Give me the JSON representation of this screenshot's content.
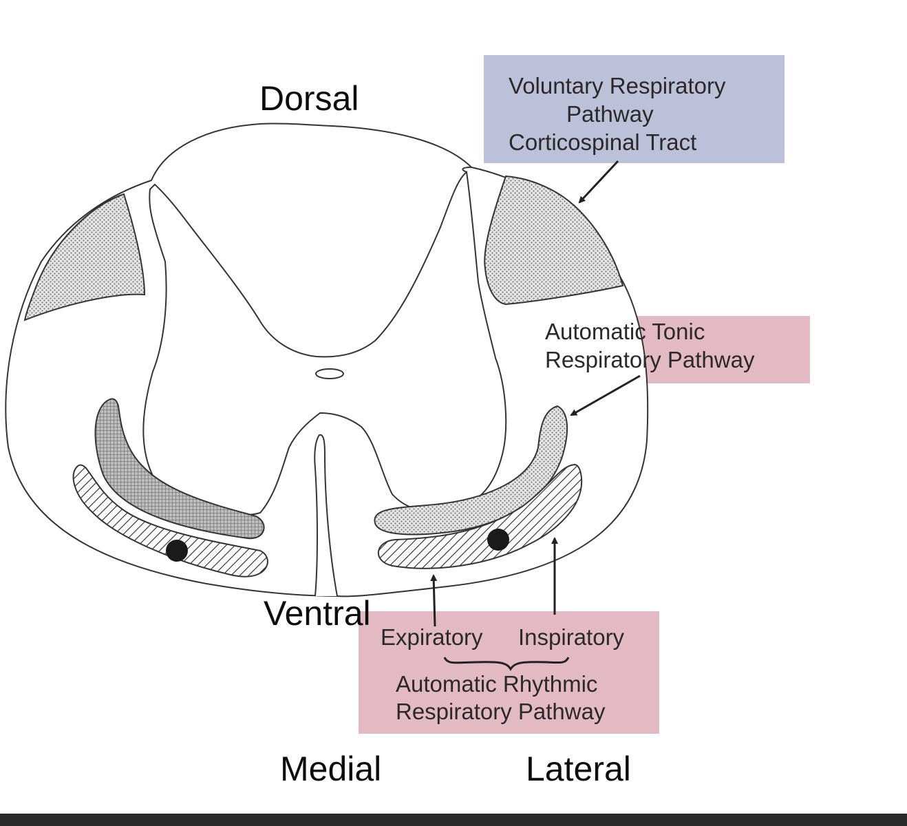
{
  "orientation": {
    "dorsal": "Dorsal",
    "ventral": "Ventral",
    "medial": "Medial",
    "lateral": "Lateral"
  },
  "callouts": {
    "voluntary": {
      "lines": [
        "Voluntary Respiratory",
        "Pathway",
        "Corticospinal Tract"
      ],
      "color": "#bcc0d9"
    },
    "tonic": {
      "lines": [
        "Automatic Tonic",
        "Respiratory Pathway"
      ],
      "color": "#e3bac4"
    },
    "rhythmic": {
      "expiratory": "Expiratory",
      "inspiratory": "Inspiratory",
      "lines": [
        "Automatic Rhythmic",
        "Respiratory Pathway"
      ],
      "color": "#e3bac4"
    }
  },
  "colors": {
    "outline": "#333333",
    "stipple": "#777777",
    "bottom_bar": "#2b2b2b"
  }
}
